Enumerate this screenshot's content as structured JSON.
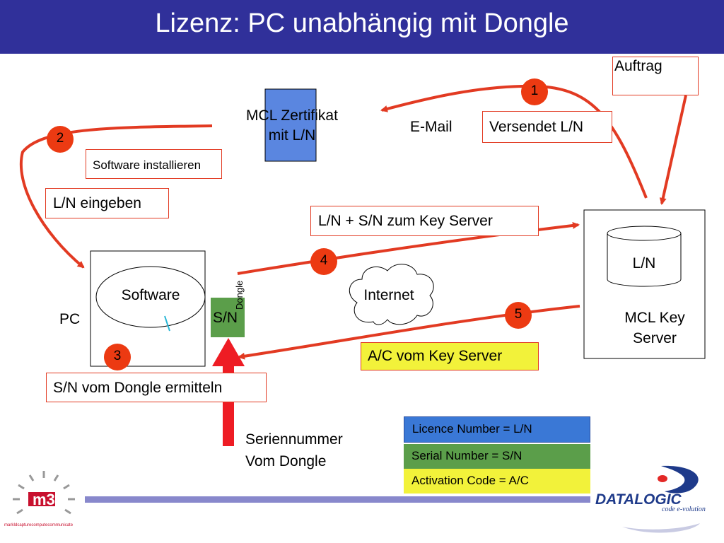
{
  "title": "Lizenz: PC unabhängig mit Dongle",
  "labels": {
    "auftrag": "Auftrag",
    "mcl_cert_line1": "MCL Zertifikat",
    "mcl_cert_line2": "mit L/N",
    "email": "E-Mail",
    "versendet": "Versendet L/N",
    "software_installieren": "Software installieren",
    "ln_eingeben": "L/N eingeben",
    "ln_sn_keyserver": "L/N + S/N zum Key Server",
    "ln_db": "L/N",
    "software": "Software",
    "internet": "Internet",
    "pc": "PC",
    "sn": "S/N",
    "dongle": "Dongle",
    "mcl_key_server_line1": "MCL Key",
    "mcl_key_server_line2": "Server",
    "ac_keyserver": "A/C vom Key Server",
    "sn_dongle_ermitteln": "S/N vom Dongle ermitteln",
    "seriennummer_line1": "Seriennummer",
    "seriennummer_line2": "Vom Dongle"
  },
  "steps": [
    "1",
    "2",
    "3",
    "4",
    "5"
  ],
  "legend": [
    {
      "text": "Licence Number = L/N",
      "color": "#3a78d6"
    },
    {
      "text": "Serial Number = S/N",
      "color": "#5b9e4a"
    },
    {
      "text": "Activation Code = A/C",
      "color": "#f2f23a"
    }
  ],
  "logos": {
    "m3c": "m3c",
    "m3c_tagline": "markIdcapturecomputecommunicate",
    "datalogic": "DATALOGIC",
    "datalogic_tagline": "code e-volution"
  },
  "colors": {
    "header": "#30309a",
    "arrow": "#e23a22",
    "step_circle": "#ec3a12",
    "cert_blue": "#5a86e0",
    "dongle_green": "#5b9e4a",
    "highlight_yellow": "#f2f23a"
  }
}
